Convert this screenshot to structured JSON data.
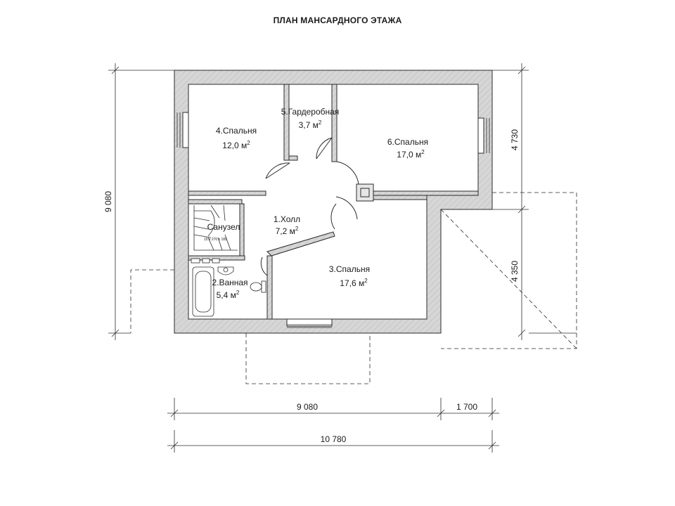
{
  "title": "ПЛАН МАНСАРДНОГО ЭТАЖА",
  "area_unit": "м",
  "area_exponent": "2",
  "rooms": [
    {
      "id": "hall",
      "name": "1.Холл",
      "area": "7,2"
    },
    {
      "id": "bath",
      "name": "2.Ванная",
      "area": "5,4"
    },
    {
      "id": "bed3",
      "name": "3.Спальня",
      "area": "17,6"
    },
    {
      "id": "bed4",
      "name": "4.Спальня",
      "area": "12,0"
    },
    {
      "id": "wardrobe",
      "name": "5.Гардеробная",
      "area": "3,7"
    },
    {
      "id": "bed6",
      "name": "6.Спальня",
      "area": "17,0"
    }
  ],
  "wc_label": "Санузел",
  "stair_note": "15 х 270 х 189",
  "dimensions": {
    "left_total": "9 080",
    "right_upper": "4 730",
    "right_lower": "4 350",
    "bottom_main": "9 080",
    "bottom_extension": "1 700",
    "bottom_total": "10 780"
  },
  "colors": {
    "wall_fill": "#d4d4d4",
    "line": "#2b2b2b"
  }
}
